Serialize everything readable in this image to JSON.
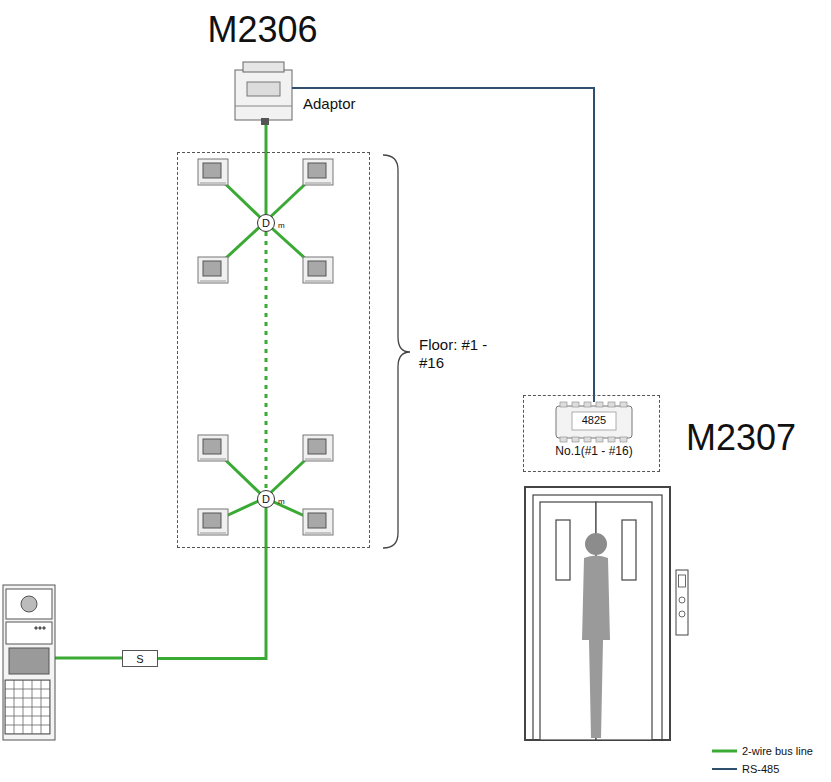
{
  "diagram": {
    "nodes": [
      {
        "text": [
          "M2306",
          "Adaptor"
        ]
      },
      {
        "text": [
          "Floor: #1 - #16"
        ]
      },
      {
        "text": [
          "D",
          "m"
        ],
        "in": 1
      },
      {
        "text": [
          "D",
          "m"
        ],
        "in": 1
      },
      {
        "text": [
          "M2307"
        ]
      },
      {
        "text": [
          "4825",
          "No.1(#1 - #16)"
        ],
        "in": 4
      },
      {
        "text": [
          "S"
        ]
      }
    ],
    "edges": [
      {
        "from": 0,
        "to": 2,
        "arrow": "none"
      },
      {
        "from": 2,
        "to": 3,
        "arrow": "none"
      },
      {
        "from": 3,
        "to": 6,
        "arrow": "none"
      },
      {
        "from": 0,
        "to": 5,
        "arrow": "none"
      }
    ],
    "legend": [
      {
        "text": "2-wire bus line"
      },
      {
        "text": "RS-485"
      }
    ]
  }
}
